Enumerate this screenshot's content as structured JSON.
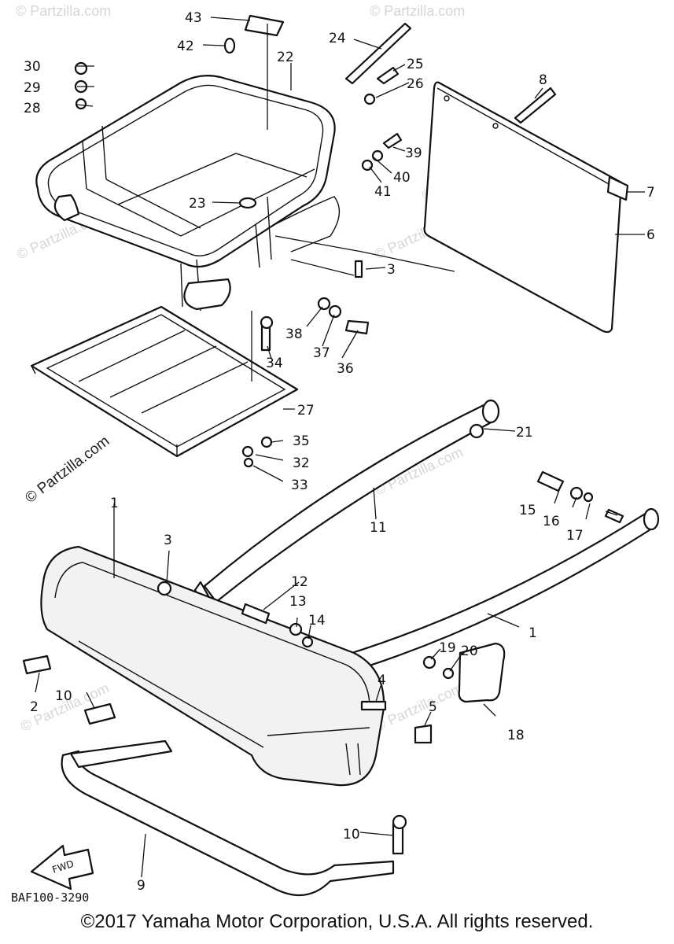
{
  "diagram": {
    "diagram_code": "BAF100-3290",
    "copyright": "©2017 Yamaha Motor Corporation, U.S.A. All rights reserved.",
    "watermark": "© Partzilla.com",
    "arrow_label": "FWD",
    "callouts": {
      "c43": "43",
      "c42": "42",
      "c30": "30",
      "c29": "29",
      "c28": "28",
      "c22": "22",
      "c24": "24",
      "c25": "25",
      "c26": "26",
      "c8": "8",
      "c39": "39",
      "c40": "40",
      "c41": "41",
      "c7": "7",
      "c6": "6",
      "c23": "23",
      "c3a": "3",
      "c38": "38",
      "c37": "37",
      "c36": "36",
      "c34": "34",
      "c27": "27",
      "c35": "35",
      "c32": "32",
      "c33": "33",
      "c21": "21",
      "c11": "11",
      "c15": "15",
      "c16": "16",
      "c17": "17",
      "c1a": "1",
      "c3b": "3",
      "c12": "12",
      "c13": "13",
      "c14": "14",
      "c1b": "1",
      "c19": "19",
      "c20": "20",
      "c2": "2",
      "c10a": "10",
      "c4": "4",
      "c5": "5",
      "c18": "18",
      "c10b": "10",
      "c9": "9"
    }
  }
}
